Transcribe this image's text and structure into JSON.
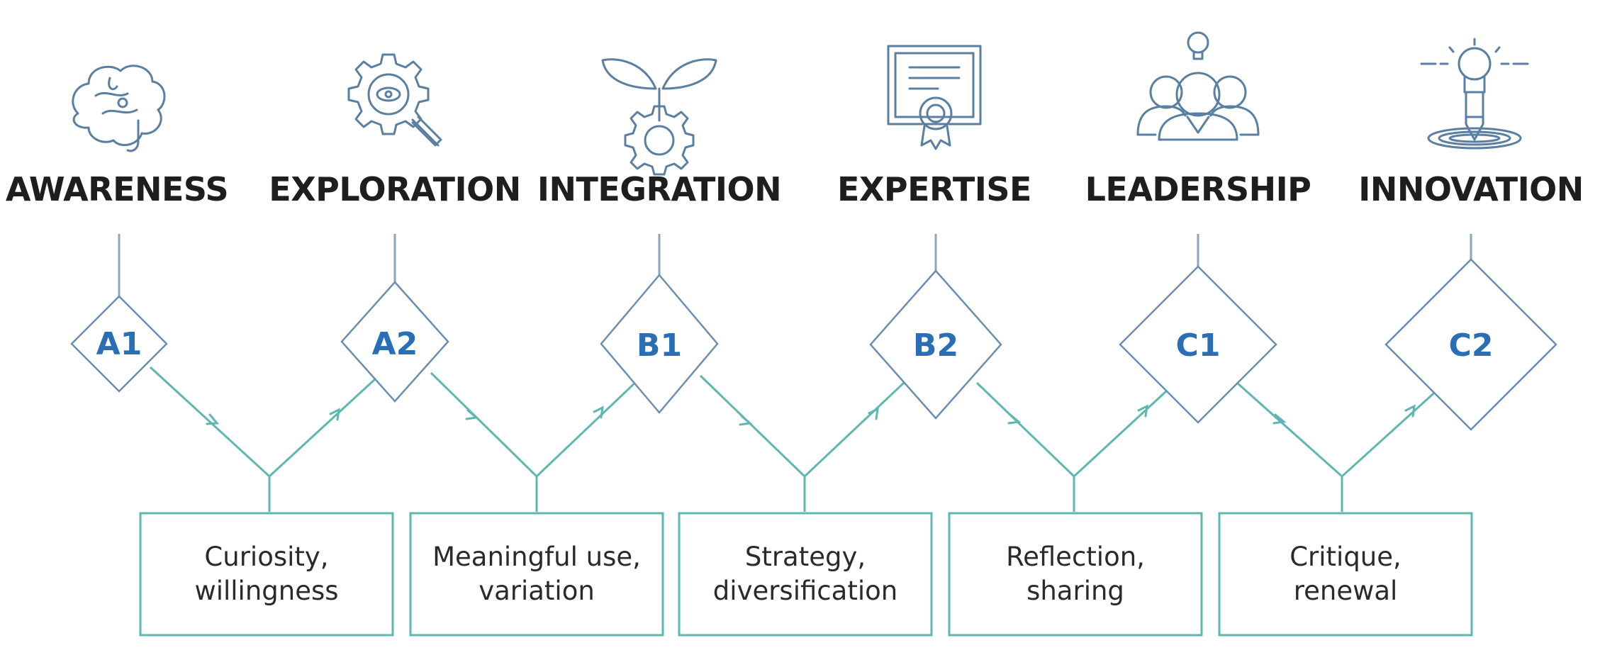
{
  "stages": [
    {
      "title": "AWARENESS",
      "level": "A1",
      "icon": "brain-icon"
    },
    {
      "title": "EXPLORATION",
      "level": "A2",
      "icon": "gear-magnifier-icon"
    },
    {
      "title": "INTEGRATION",
      "level": "B1",
      "icon": "sprout-gear-icon"
    },
    {
      "title": "EXPERTISE",
      "level": "B2",
      "icon": "certificate-icon"
    },
    {
      "title": "LEADERSHIP",
      "level": "C1",
      "icon": "team-lightbulb-icon"
    },
    {
      "title": "INNOVATION",
      "level": "C2",
      "icon": "lightbulb-pencil-icon"
    }
  ],
  "transitions": [
    {
      "line1": "Curiosity,",
      "line2": "willingness"
    },
    {
      "line1": "Meaningful use,",
      "line2": "variation"
    },
    {
      "line1": "Strategy,",
      "line2": "diversification"
    },
    {
      "line1": "Reflection,",
      "line2": "sharing"
    },
    {
      "line1": "Critique,",
      "line2": "renewal"
    }
  ],
  "colors": {
    "title": "#1e1e1e",
    "level": "#2a6fb5",
    "icon": "#5a7fa0",
    "connector": "#5eb7b0",
    "diamond_border": "#6b8db0"
  }
}
